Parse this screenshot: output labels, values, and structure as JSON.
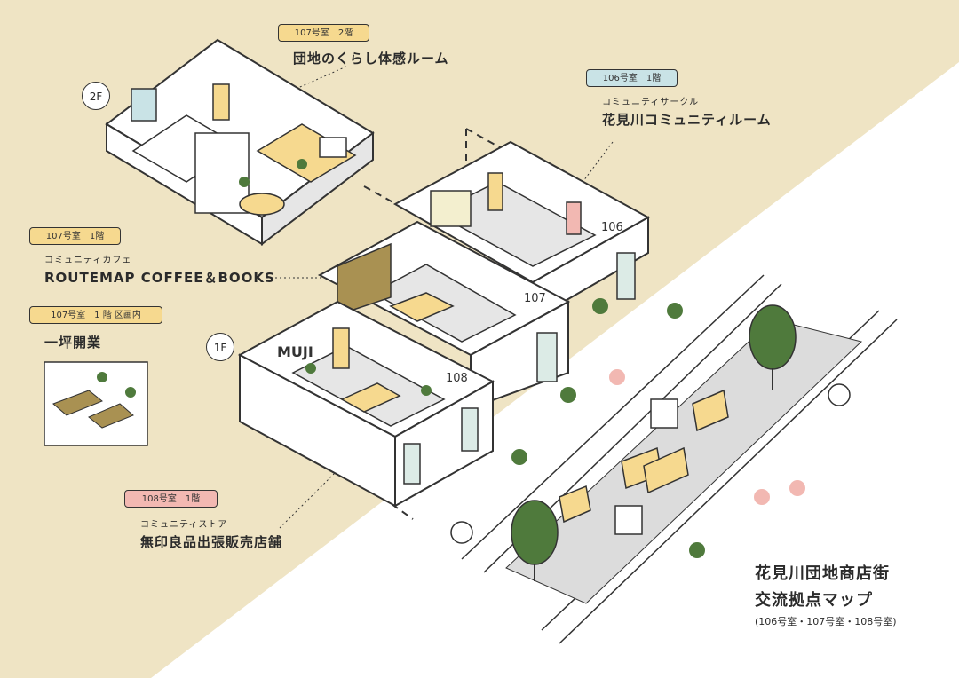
{
  "labels": {
    "r107_2f": {
      "tag": "107号室　2階",
      "name": "団地のくらし体感ルーム"
    },
    "r106_1f": {
      "tag": "106号室　1階",
      "category": "コミュニティサークル",
      "name": "花見川コミュニティルーム"
    },
    "r107_1f": {
      "tag": "107号室　1階",
      "category": "コミュニティカフェ",
      "name": "ROUTEMAP COFFEE＆BOOKS"
    },
    "r107_area": {
      "tag": "107号室　1 階 区画内",
      "name": "一坪開業"
    },
    "r108_1f": {
      "tag": "108号室　1階",
      "category": "コミュニティストア",
      "name": "無印良品出張販売店舗"
    }
  },
  "floors": {
    "second": "2F",
    "first": "1F"
  },
  "room_numbers": {
    "r106": "106",
    "r107": "107",
    "r108": "108"
  },
  "store_sign": "MUJI",
  "map_title": {
    "line1": "花見川団地商店街",
    "line2": "交流拠点マップ",
    "note": "(106号室・107号室・108号室)"
  },
  "colors": {
    "background_beige": "#efe4c4",
    "tag_yellow": "#f6d98f",
    "tag_blue": "#c9e3e6",
    "tag_pink": "#f2b8b2",
    "accent_green": "#4f7a3c",
    "outline": "#333333"
  }
}
